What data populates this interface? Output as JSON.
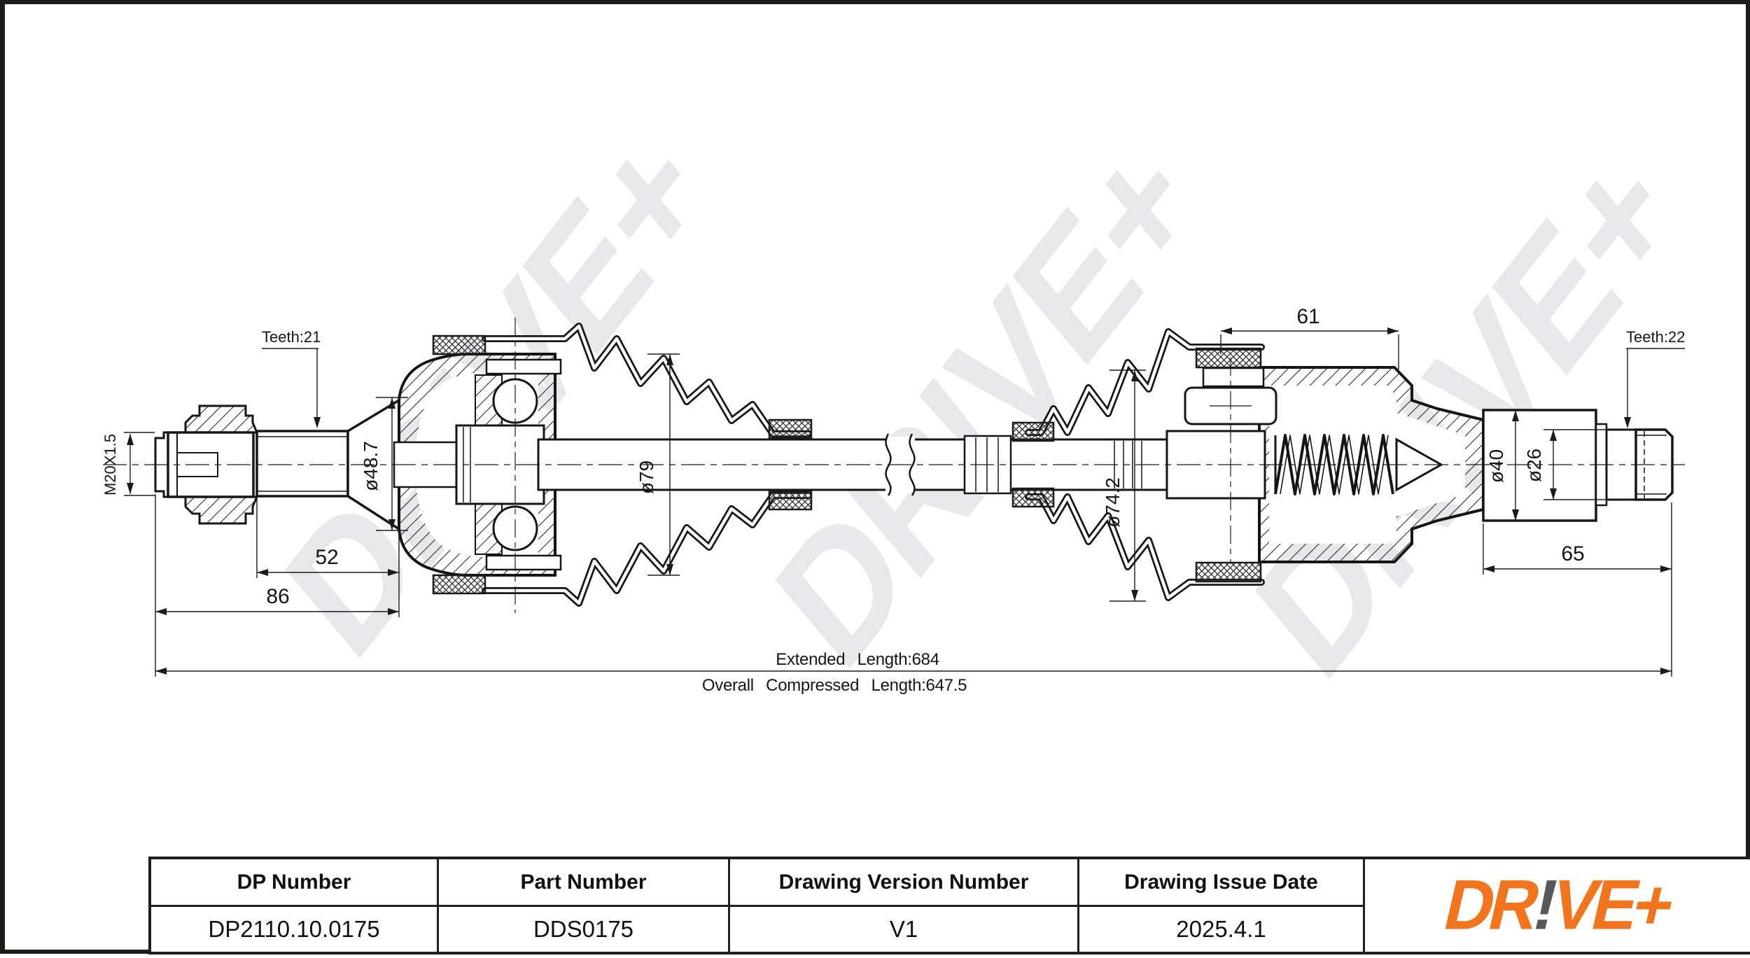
{
  "watermark": {
    "text": "DR!VE+"
  },
  "drawing": {
    "labels": {
      "teeth_left": "Teeth:21",
      "teeth_right": "Teeth:22",
      "thread": "M20X1.5",
      "dia487": "ø48.7",
      "dia79": "ø79",
      "dia742": "ø74.2",
      "dia40": "ø40",
      "dia26": "ø26",
      "d52": "52",
      "d86": "86",
      "d61": "61",
      "d65": "65",
      "extended": "Extended Length:684",
      "compressed": "Overall Compressed Length:647.5"
    }
  },
  "table": {
    "headers": [
      "DP Number",
      "Part Number",
      "Drawing Version Number",
      "Drawing Issue Date"
    ],
    "values": [
      "DP2110.10.0175",
      "DDS0175",
      "V1",
      "2025.4.1"
    ]
  },
  "logo": {
    "prefix": "DR",
    "bang": "!",
    "suffix": "VE+",
    "orange": "#F2741D",
    "gray": "#56585C"
  }
}
